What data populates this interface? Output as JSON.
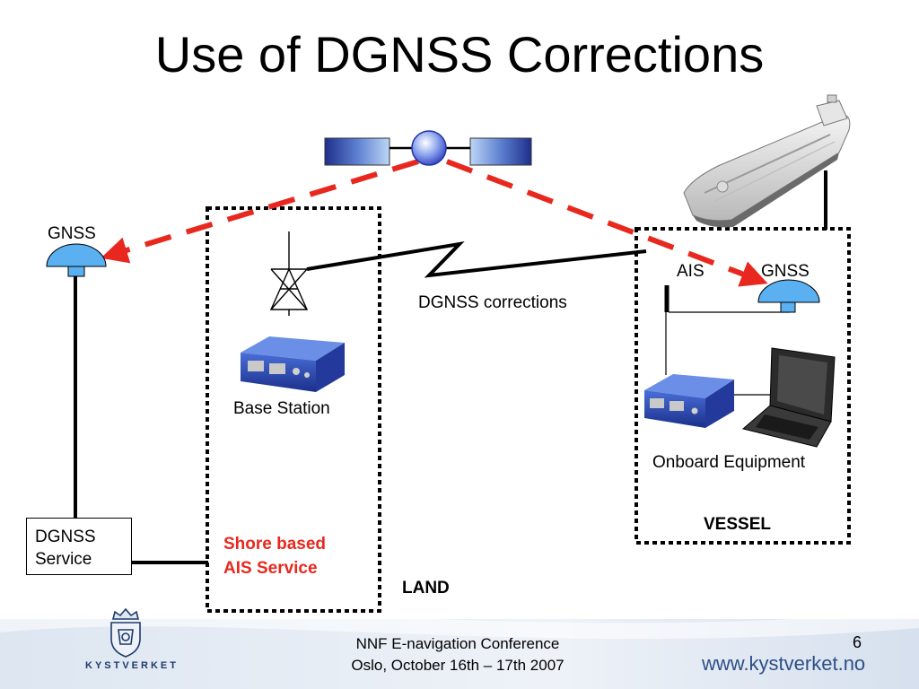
{
  "title": "Use of DGNSS Corrections",
  "labels": {
    "gnss_left": "GNSS",
    "gnss_vessel": "GNSS",
    "ais": "AIS",
    "dgnss_corrections": "DGNSS corrections",
    "base_station": "Base Station",
    "onboard_equipment": "Onboard Equipment",
    "vessel": "VESSEL",
    "land": "LAND",
    "shore_line1": "Shore based",
    "shore_line2": "AIS Service",
    "service_line1": "DGNSS",
    "service_line2": "Service"
  },
  "footer": {
    "conference_line1": "NNF  E-navigation Conference",
    "conference_line2": "Oslo, October 16th – 17th 2007",
    "page_number": "6",
    "organization": "KYSTVERKET",
    "website": "www.kystverket.no"
  },
  "icons": [
    "satellite-icon",
    "gnss-antenna-icon",
    "radio-tower-icon",
    "base-station-device-icon",
    "ship-icon",
    "laptop-icon",
    "coat-of-arms-icon"
  ],
  "colors": {
    "signal_arrow": "#e8281e",
    "shore_text": "#e8281e",
    "antenna": "#5ab0f0",
    "device": "#1c3fa8"
  }
}
